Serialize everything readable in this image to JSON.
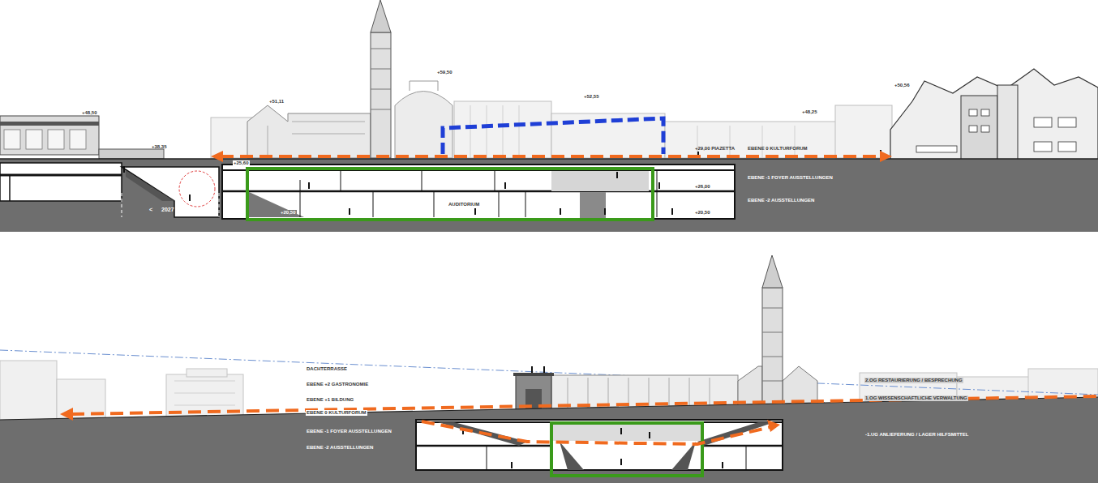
{
  "diagram": {
    "labels": [
      "+48,50",
      "+38,35",
      "+51,11",
      "+59,50",
      "+52,55",
      "+48,25",
      "+50,56",
      "+25,60",
      "+29,00 PIAZETTA",
      "EBENE 0 KULTURFORUM",
      "AUDITORIUM",
      "+26,00",
      "+20,50",
      "+20,50",
      "EBENE -1 FOYER AUSSTELLUNGEN",
      "EBENE -2 AUSSTELLUNGEN",
      "<",
      "2027",
      ">",
      "DACHTERRASSE",
      "EBENE +2 GASTRONOMIE",
      "EBENE +1 BILDUNG",
      "EBENE 0 KULTURFORUM",
      "EBENE -1 FOYER AUSSTELLUNGEN",
      "EBENE -2 AUSSTELLUNGEN",
      "2.OG RESTAURIERUNG / BESPRECHUNG",
      "1.OG WISSENSCHAFTLICHE VERWALTUNG",
      "-1.UG ANLIEFERUNG / LAGER HILFSMITTEL"
    ]
  }
}
